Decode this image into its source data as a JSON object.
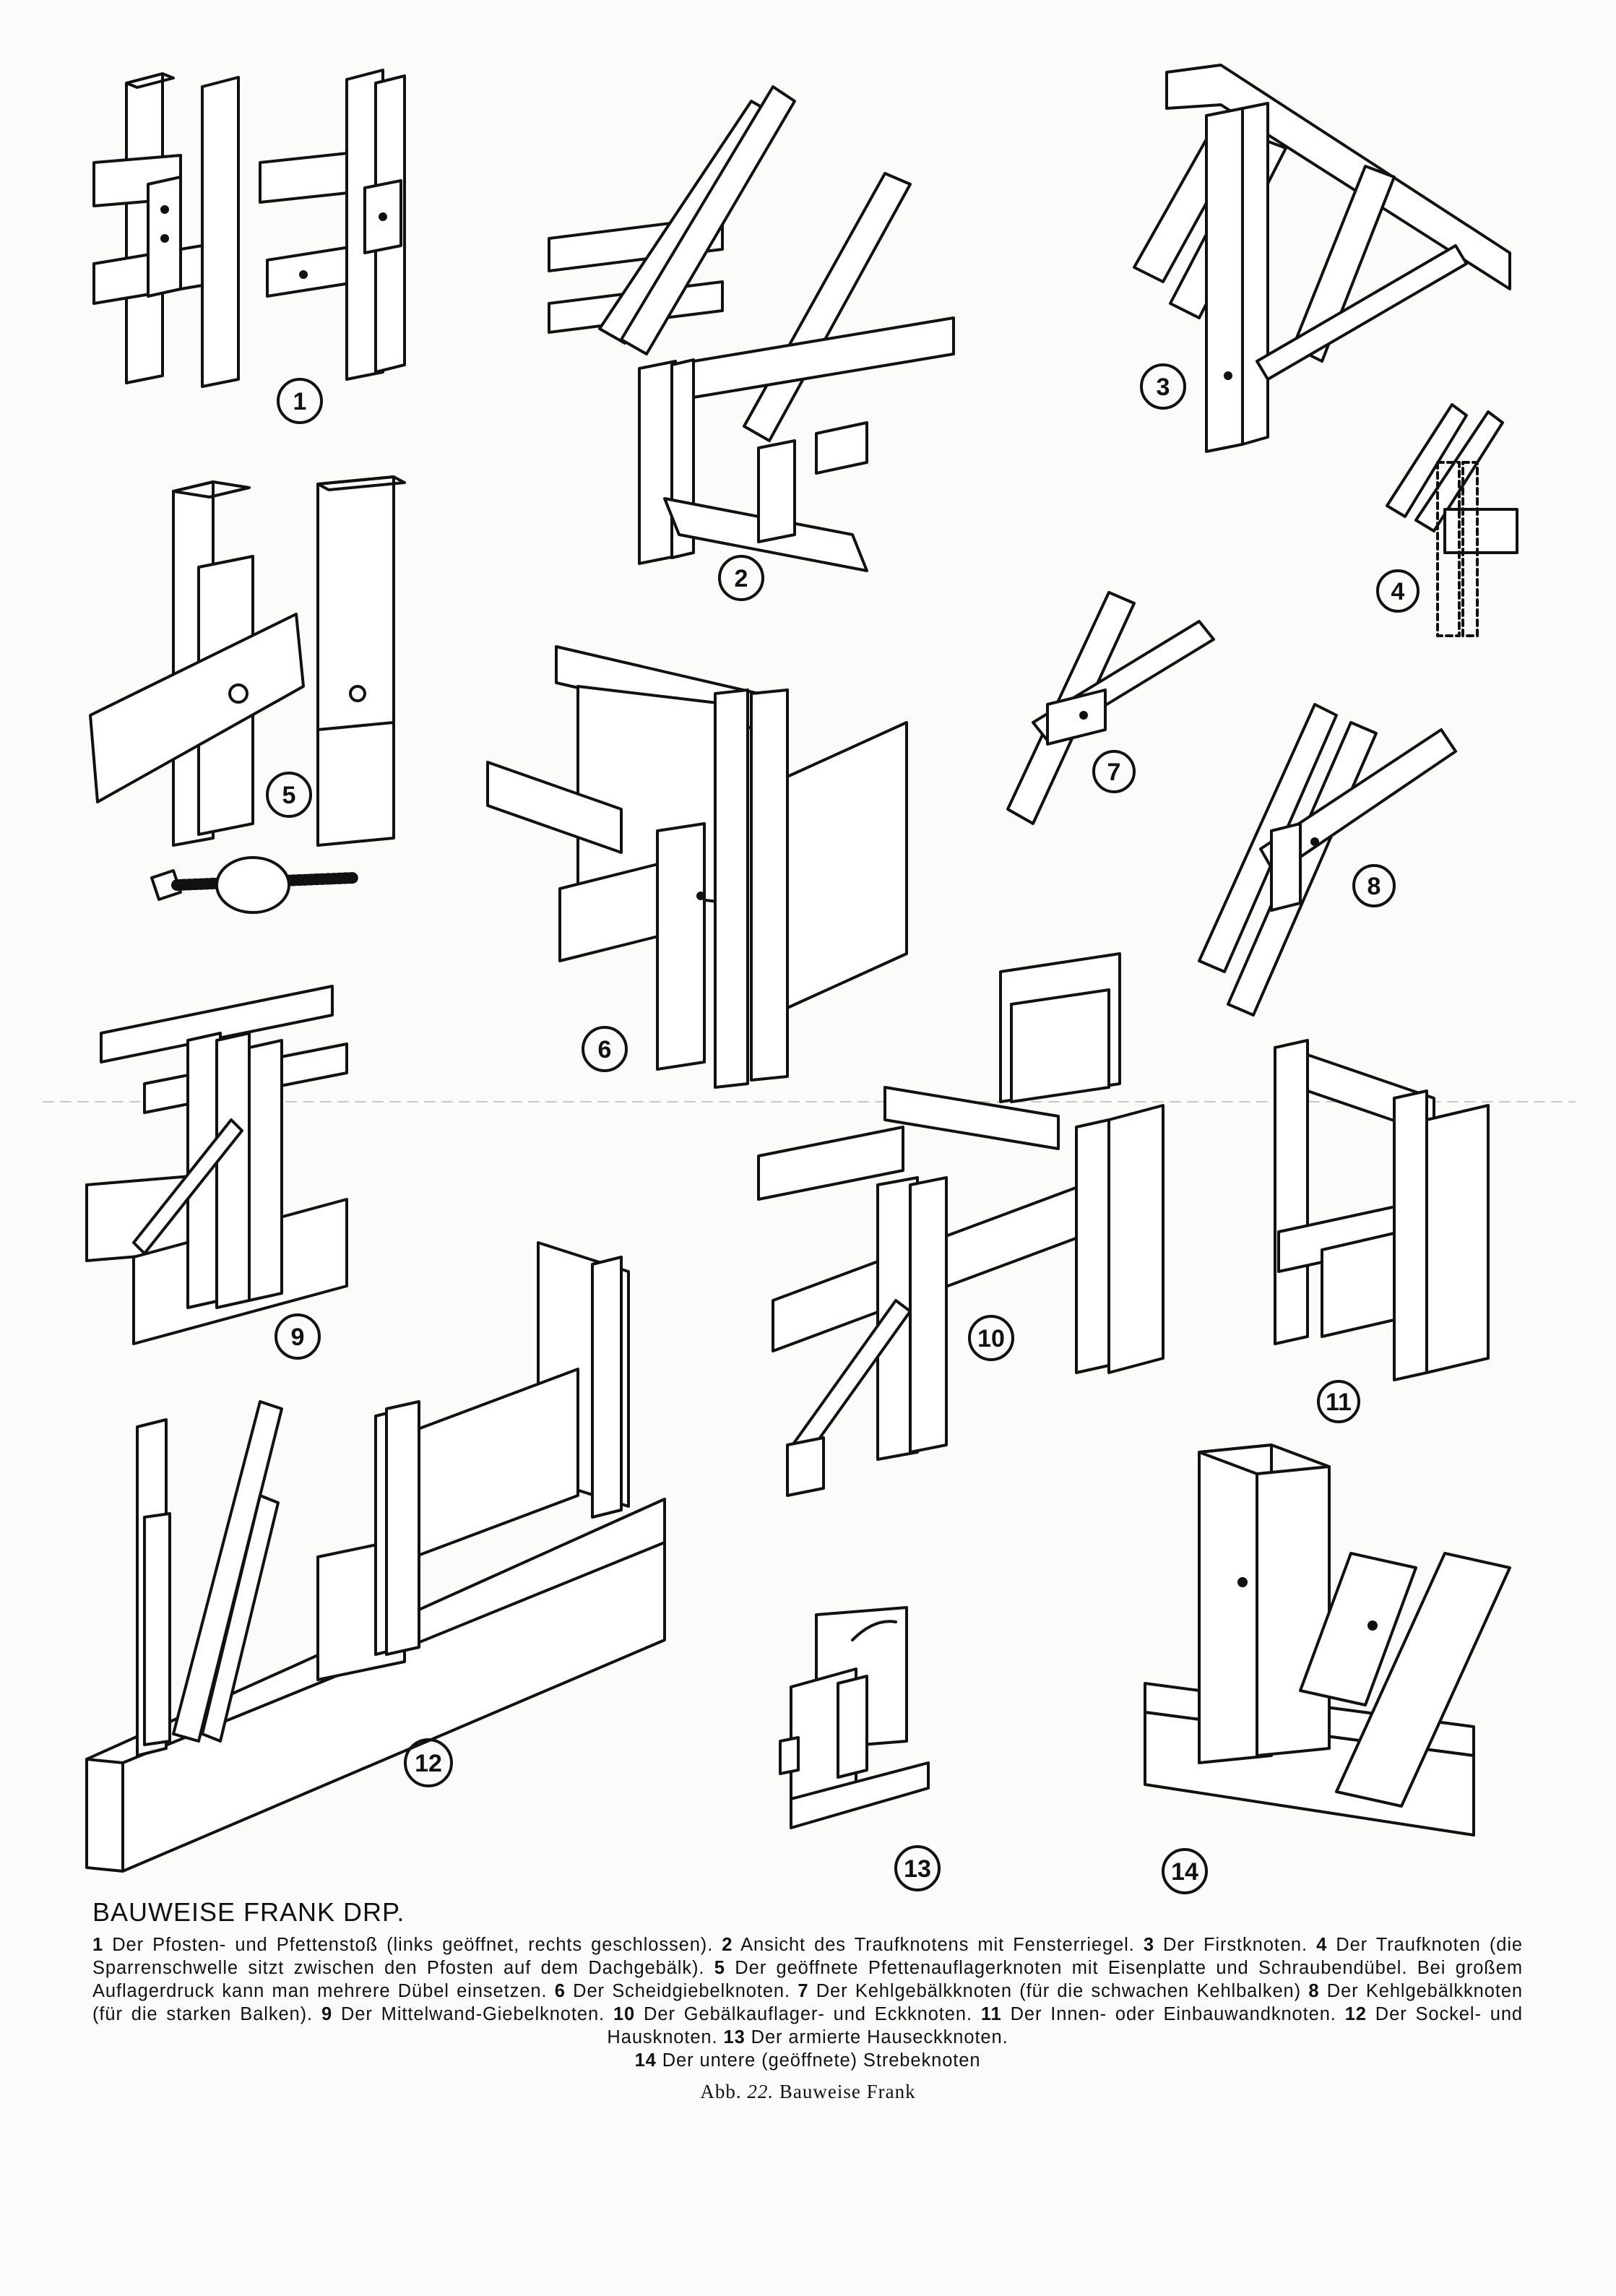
{
  "figures": [
    {
      "number": "1"
    },
    {
      "number": "2"
    },
    {
      "number": "3"
    },
    {
      "number": "4"
    },
    {
      "number": "5"
    },
    {
      "number": "6"
    },
    {
      "number": "7"
    },
    {
      "number": "8"
    },
    {
      "number": "9"
    },
    {
      "number": "10"
    },
    {
      "number": "11"
    },
    {
      "number": "12"
    },
    {
      "number": "13"
    },
    {
      "number": "14"
    }
  ],
  "caption": {
    "title": "BAUWEISE FRANK DRP.",
    "items": [
      {
        "num": "1",
        "text": " Der Pfosten- und Pfettenstoß (links geöffnet, rechts geschlossen). "
      },
      {
        "num": "2",
        "text": " Ansicht des Traufknotens mit Fensterriegel. "
      },
      {
        "num": "3",
        "text": " Der Firstknoten. "
      },
      {
        "num": "4",
        "text": " Der Traufknoten (die Sparrenschwelle sitzt zwischen den Pfosten auf dem Dachgebälk). "
      },
      {
        "num": "5",
        "text": " Der geöffnete Pfettenauflagerknoten mit Eisenplatte und Schraubendübel. Bei großem Auflagerdruck kann man mehrere Dübel einsetzen. "
      },
      {
        "num": "6",
        "text": " Der Scheidgiebelknoten. "
      },
      {
        "num": "7",
        "text": " Der Kehlgebälkknoten (für die schwachen Kehlbalken) "
      },
      {
        "num": "8",
        "text": " Der Kehlgebälkknoten (für die starken Balken). "
      },
      {
        "num": "9",
        "text": " Der Mittelwand-Giebelknoten. "
      },
      {
        "num": "10",
        "text": " Der Gebälkauflager- und Eckknoten. "
      },
      {
        "num": "11",
        "text": " Der Innen- oder Einbauwandknoten. "
      },
      {
        "num": "12",
        "text": " Der Sockel- und Hausknoten. "
      },
      {
        "num": "13",
        "text": " Der armierte Hauseckknoten. "
      },
      {
        "num": "14",
        "text": " Der untere (geöffnete) Strebeknoten"
      }
    ]
  },
  "figure_label": {
    "prefix": "Abb.",
    "number": "22.",
    "title": "Bauweise Frank"
  }
}
